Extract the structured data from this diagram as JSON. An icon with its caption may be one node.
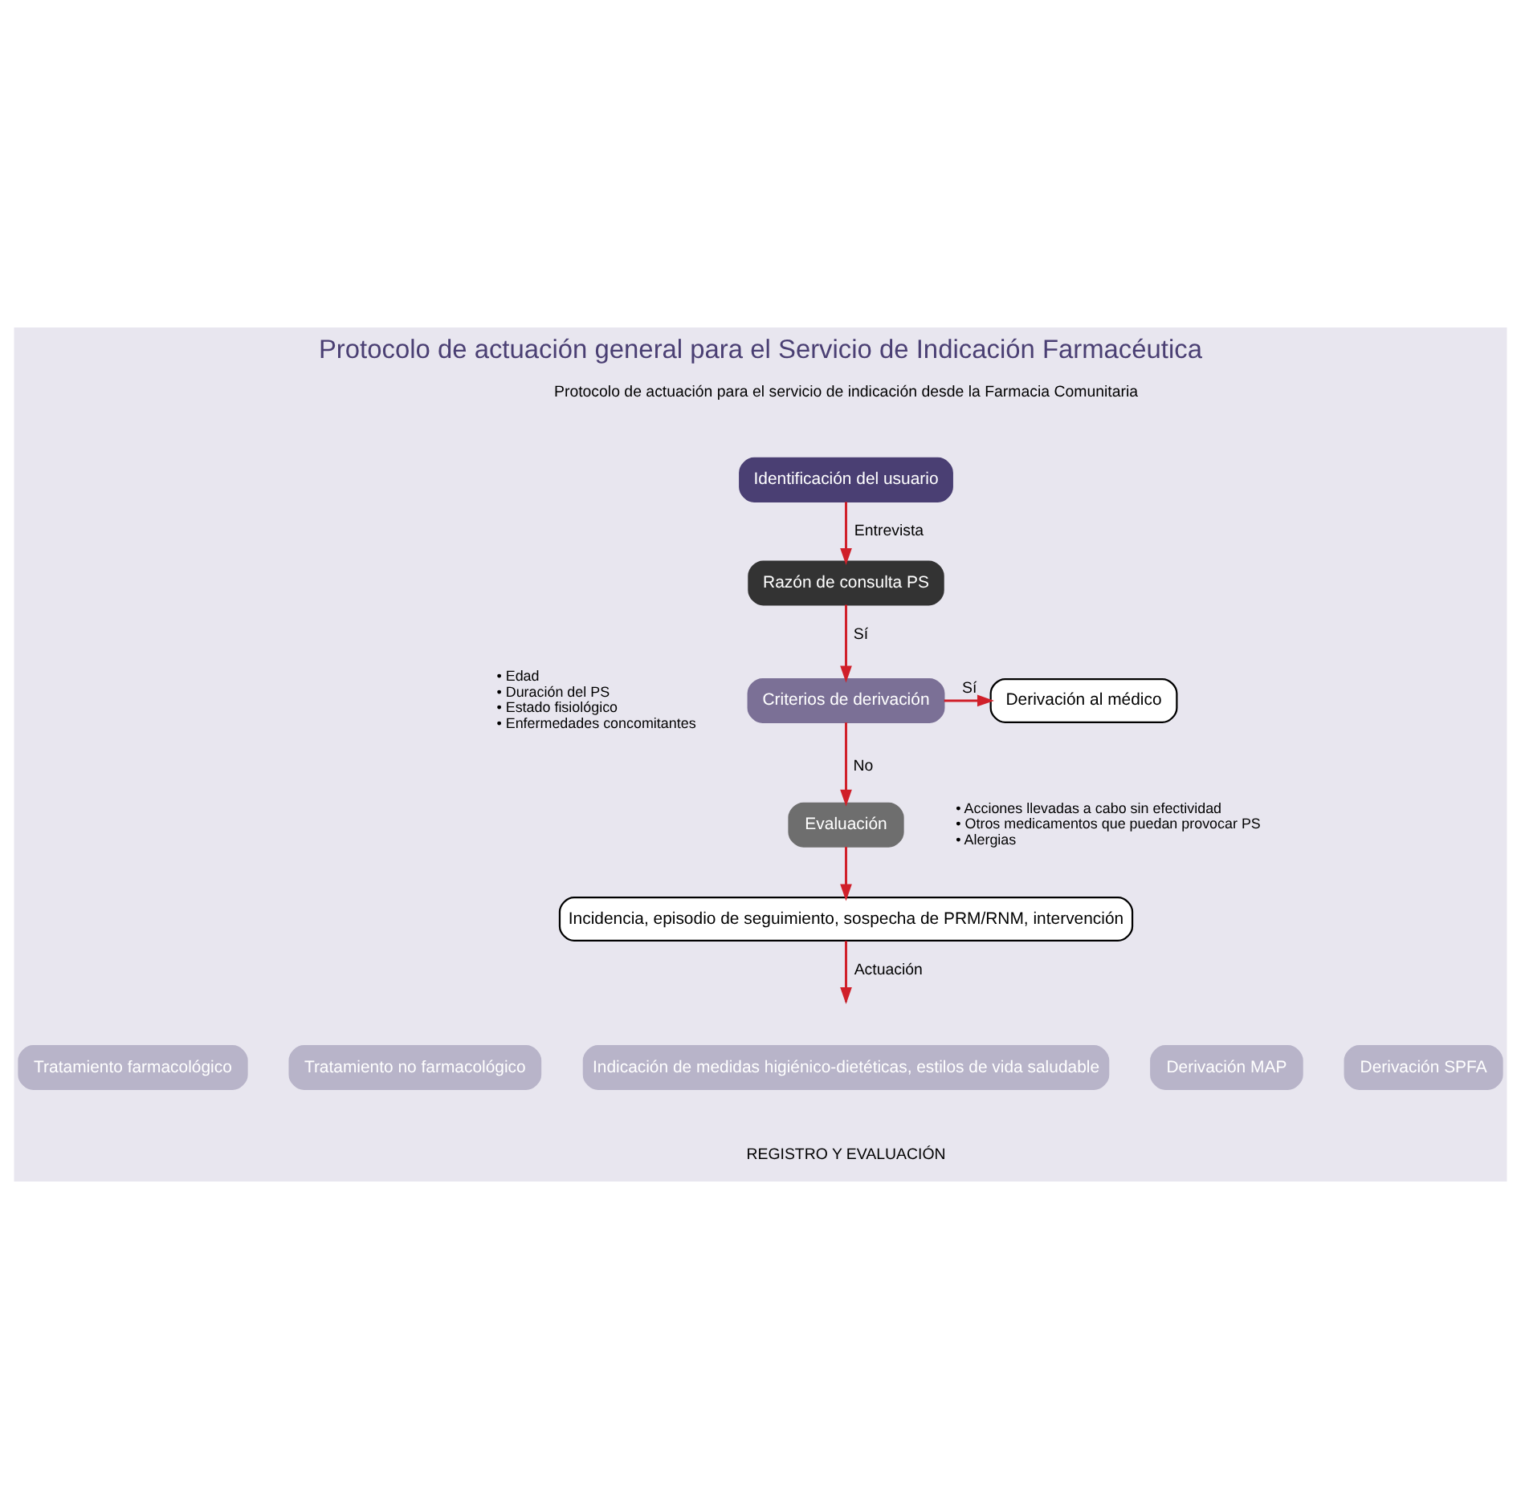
{
  "diagram": {
    "title": "Protocolo de actuación general para el Servicio de Indicación Farmacéutica",
    "nodes": [
      {
        "text": [
          "Identificación del usuario"
        ]
      },
      {
        "text": [
          "Razón de consulta PS"
        ]
      },
      {
        "text": [
          "Criterios de derivación"
        ],
        "beside": [
          "• Edad",
          "• Duración del PS",
          "• Estado fisiológico",
          "• Enfermedades concomitantes"
        ]
      },
      {
        "text": [
          "Derivación al médico"
        ]
      },
      {
        "text": [
          "Evaluación"
        ],
        "beside": [
          "• Acciones llevadas a cabo sin efectividad",
          "• Otros medicamentos que puedan provocar PS",
          "• Alergias"
        ]
      },
      {
        "text": [
          "Incidencia, episodio de seguimiento, sospecha de PRM/RNM, intervención"
        ]
      },
      {
        "text": [
          "Tratamiento farmacológico"
        ]
      },
      {
        "text": [
          "Tratamiento no farmacológico"
        ]
      },
      {
        "text": [
          "Indicación de medidas higiénico-dietéticas, estilos de vida saludable"
        ]
      },
      {
        "text": [
          "Derivación MAP"
        ]
      },
      {
        "text": [
          "Derivación SPFA"
        ]
      }
    ],
    "edges": [
      {
        "from": 0,
        "to": 1,
        "arrow": "to",
        "label": "Entrevista"
      },
      {
        "from": 1,
        "to": 2,
        "arrow": "to",
        "label": "Sí"
      },
      {
        "from": 2,
        "to": 3,
        "arrow": "to",
        "label": "Sí"
      },
      {
        "from": 2,
        "to": 4,
        "arrow": "to",
        "label": "No"
      },
      {
        "from": 4,
        "to": 5,
        "arrow": "to"
      },
      {
        "from": 5,
        "to": null,
        "arrow": "to",
        "label": "Actuación"
      }
    ],
    "labels": [
      "Protocolo de actuación para el servicio de indicación desde la Farmacia Comunitaria",
      "REGISTRO Y EVALUACIÓN"
    ]
  }
}
